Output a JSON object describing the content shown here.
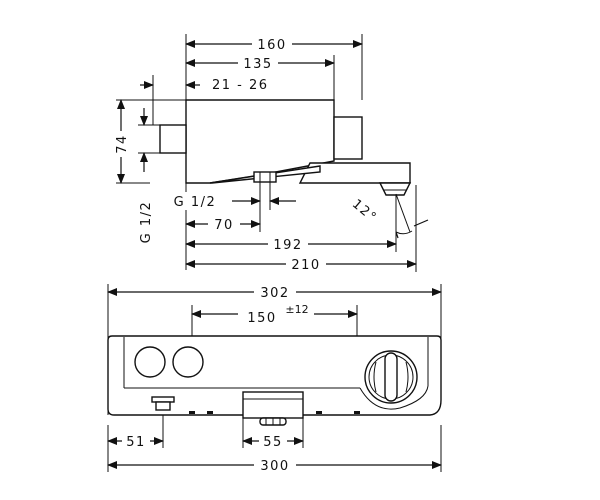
{
  "side_view": {
    "dim_160": "160",
    "dim_135": "135",
    "dim_21_26": "21 - 26",
    "dim_74": "74",
    "dim_g12_vertical": "G 1/2",
    "dim_g12": "G 1/2",
    "dim_70": "70",
    "dim_192": "192",
    "dim_210": "210",
    "dim_12deg": "12°"
  },
  "front_view": {
    "dim_302": "302",
    "dim_150": "150",
    "dim_150_tol": "±12",
    "dim_51": "51",
    "dim_55": "55",
    "dim_300": "300"
  }
}
